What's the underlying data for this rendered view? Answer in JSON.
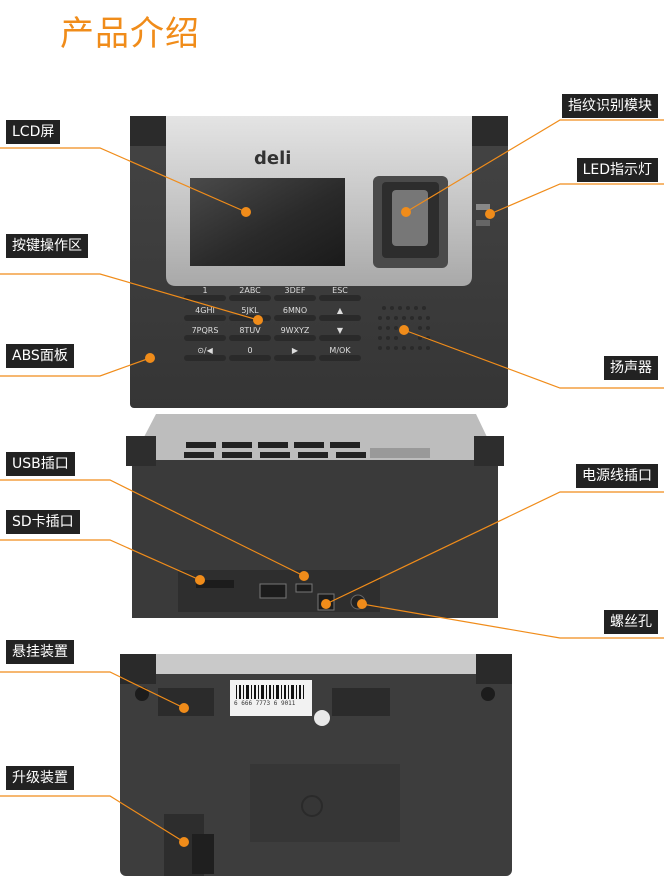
{
  "title": "产品介绍",
  "brand": "deli",
  "labels": {
    "lcd": "LCD屏",
    "keypad": "按键操作区",
    "panel": "ABS面板",
    "fingerprint": "指纹识别模块",
    "led": "LED指示灯",
    "speaker": "扬声器",
    "usb": "USB插口",
    "sd": "SD卡插口",
    "power": "电源线插口",
    "screw": "螺丝孔",
    "hang": "悬挂装置",
    "upgrade": "升级装置"
  },
  "keys": [
    [
      "1",
      "2ABC",
      "3DEF",
      "ESC"
    ],
    [
      "4GHI",
      "5JKL",
      "6MNO",
      "▲"
    ],
    [
      "7PQRS",
      "8TUV",
      "9WXYZ",
      "▼"
    ],
    [
      "⊙/◀",
      "0",
      "▶",
      "M/OK"
    ]
  ],
  "barcode_text": "6 666 7773 6 9011",
  "colors": {
    "accent": "#f08c1a",
    "tag_bg": "#222222",
    "device_dark": "#3c3c3c",
    "device_silver": "#c8c8c8"
  }
}
